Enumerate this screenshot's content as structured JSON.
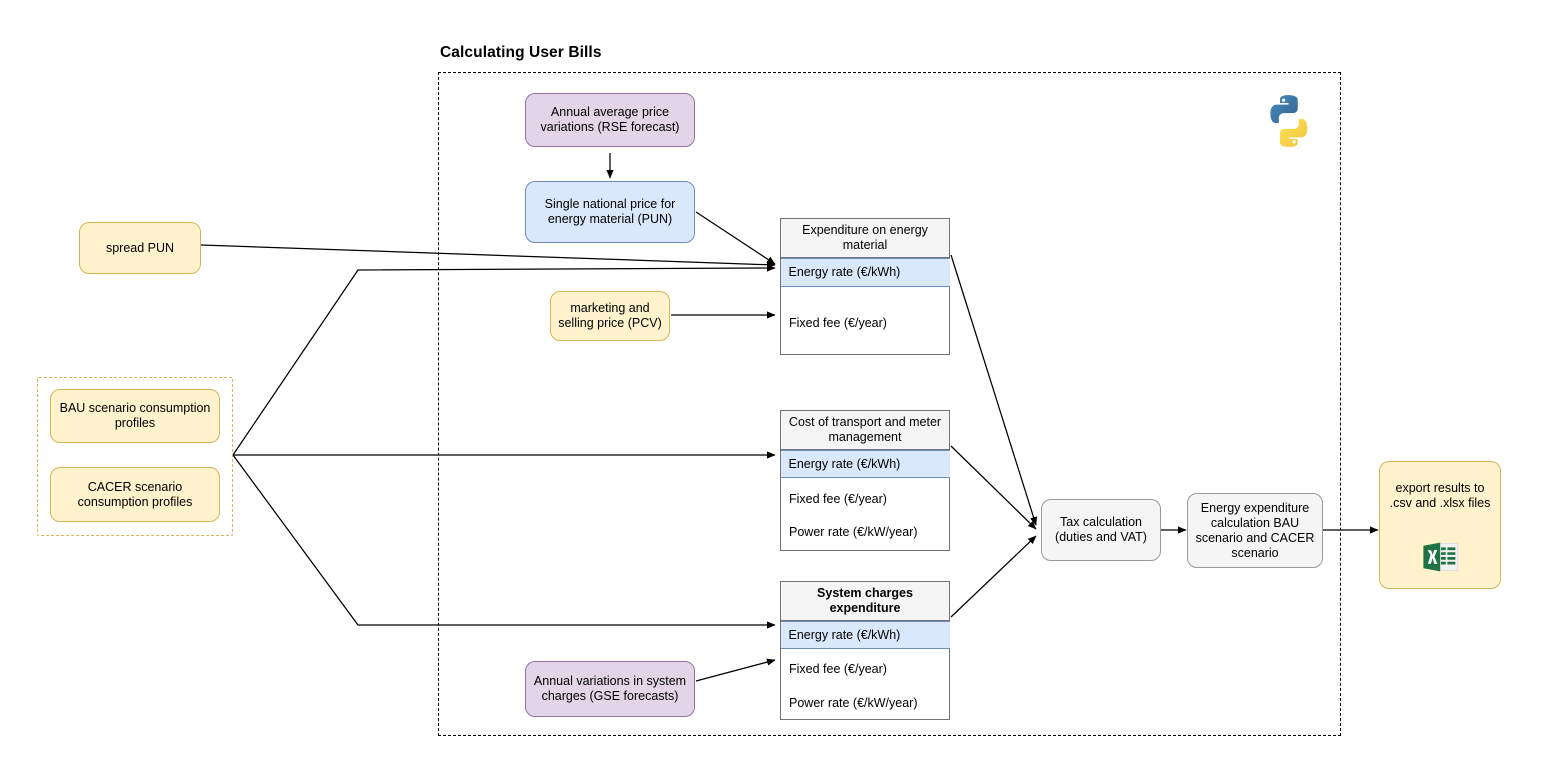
{
  "diagram": {
    "title": "Calculating User Bills",
    "boundary_style": "dashed"
  },
  "inputs": {
    "spread_pun": "spread PUN",
    "bau_profiles": "BAU scenario consumption profiles",
    "cacer_profiles": "CACER scenario consumption profiles",
    "rse_forecast": "Annual average price variations (RSE forecast)",
    "pun": "Single national price for energy material (PUN)",
    "pcv": "marketing and selling price (PCV)",
    "gse_forecast": "Annual variations in system charges (GSE forecasts)"
  },
  "tables": [
    {
      "header": "Expenditure on energy material",
      "header_bold": false,
      "rows": [
        {
          "label": "Energy rate (€/kWh)",
          "highlight": true
        },
        {
          "label": "Fixed fee (€/year)",
          "highlight": false
        }
      ]
    },
    {
      "header": "Cost of transport and meter management",
      "header_bold": false,
      "rows": [
        {
          "label": "Energy rate (€/kWh)",
          "highlight": true
        },
        {
          "label": "Fixed fee (€/year)",
          "highlight": false
        },
        {
          "label": "Power rate (€/kW/year)",
          "highlight": false
        }
      ]
    },
    {
      "header": "System charges expenditure",
      "header_bold": true,
      "rows": [
        {
          "label": "Energy rate (€/kWh)",
          "highlight": true
        },
        {
          "label": "Fixed fee (€/year)",
          "highlight": false
        },
        {
          "label": "Power rate (€/kW/year)",
          "highlight": false
        }
      ]
    }
  ],
  "processing": {
    "tax": "Tax calculation (duties and VAT)",
    "energy_expenditure": "Energy expenditure calculation BAU scenario and CACER scenario"
  },
  "output": {
    "export": "export results to .csv and .xlsx files",
    "file_icon": "excel-icon"
  },
  "icons": {
    "python": "python-logo",
    "excel": "excel-icon"
  },
  "colors": {
    "yellow_fill": "#fff2cc",
    "yellow_border": "#d6b656",
    "purple_fill": "#e1d5e7",
    "purple_border": "#9673a6",
    "blue_fill": "#dae8fc",
    "blue_border": "#6c8ebf",
    "gray_fill": "#f5f5f5",
    "gray_border": "#9a9a9a",
    "excel_green": "#1f7243",
    "python_blue": "#366f9d",
    "python_yellow": "#f7d04a"
  }
}
